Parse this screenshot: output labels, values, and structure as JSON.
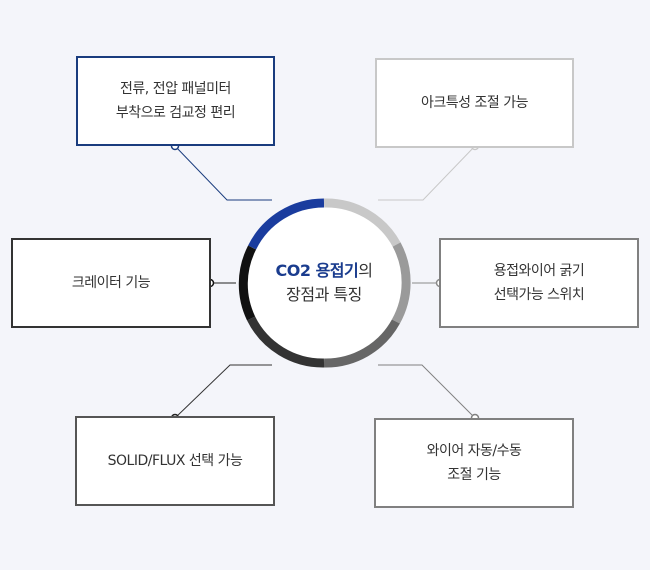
{
  "center": {
    "line1_strong": "CO2 용접기",
    "line1_rest": "의",
    "line2": "장점과 특징"
  },
  "features": [
    {
      "id": "top-left",
      "lines": [
        "전류, 전압 패널미터",
        "부착으로 검교정 편리"
      ],
      "border": "#1a3c7e"
    },
    {
      "id": "top-right",
      "lines": [
        "아크특성 조절 가능"
      ],
      "border": "#c8c8c8"
    },
    {
      "id": "mid-left",
      "lines": [
        "크레이터 기능"
      ],
      "border": "#333333"
    },
    {
      "id": "mid-right",
      "lines": [
        "용접와이어 굵기",
        "선택가능 스위치"
      ],
      "border": "#808080"
    },
    {
      "id": "bottom-left",
      "lines": [
        "SOLID/FLUX 선택 가능"
      ],
      "border": "#555555"
    },
    {
      "id": "bottom-right",
      "lines": [
        "와이어 자동/수동",
        "조절 기능"
      ],
      "border": "#808080"
    }
  ],
  "ring_colors": {
    "top-left": "#1a3c9e",
    "top-right": "#c8c8c8",
    "right": "#9a9a9a",
    "bottom-right": "#666666",
    "bottom-left": "#333333",
    "left": "#111111"
  },
  "colors": {
    "background": "#f4f5fa",
    "accent": "#1a3c8e"
  }
}
